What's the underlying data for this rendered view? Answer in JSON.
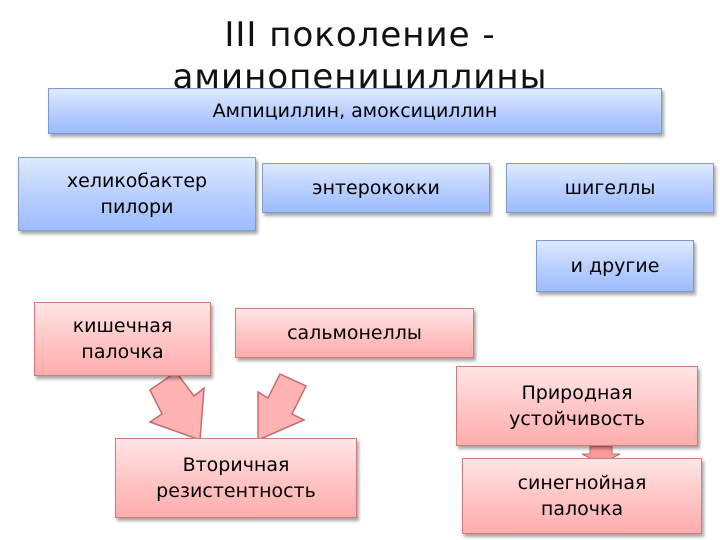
{
  "title": "III поколение -\nаминопенициллины",
  "drugs": "Ампициллин, амоксициллин",
  "organisms": {
    "helicobacter": "хеликобактер\nпилори",
    "enterococci": "энтерококки",
    "shigella": "шигеллы",
    "others": "и другие",
    "ecoli": "кишечная\nпалочка",
    "salmonella": "сальмонеллы",
    "pseudomonas": "синегнойная\nпалочка"
  },
  "resistance": {
    "secondary": "Вторичная\nрезистентность",
    "natural": "Природная\nустойчивость"
  },
  "colors": {
    "blue_box": "#b7ceff",
    "red_box": "#ffc4c4",
    "arrow_fill": "#ffb3b3",
    "arrow_stroke": "#c96a6a"
  }
}
